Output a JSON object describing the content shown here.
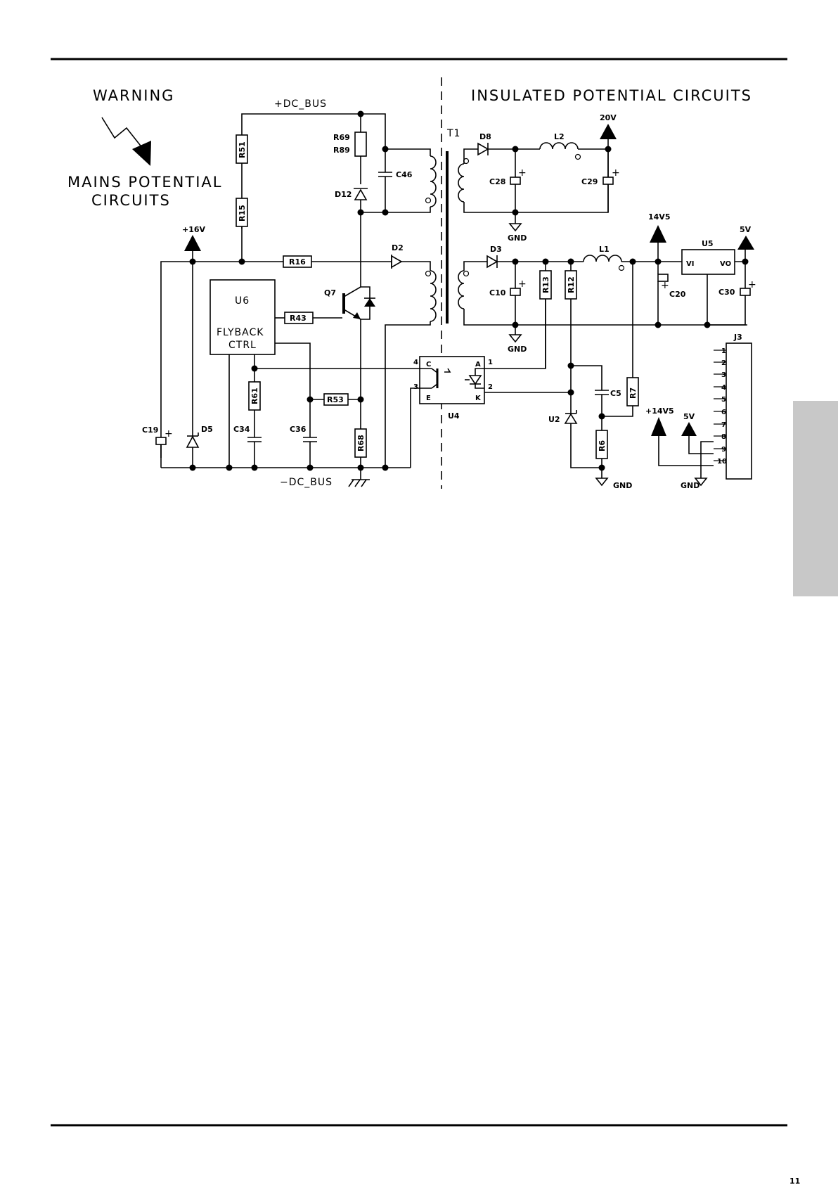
{
  "header": {
    "rule_color": "#000000"
  },
  "warning": {
    "title": "WARNING",
    "line1": "MAINS POTENTIAL",
    "line2": "CIRCUITS",
    "icon": "lightning-bolt-arrow-icon"
  },
  "insulated_title": "INSULATED POTENTIAL CIRCUITS",
  "nets": {
    "dc_bus_pos": "+DC_BUS",
    "dc_bus_neg": "−DC_BUS",
    "v16": "+16V",
    "v20": "20V",
    "v14v5": "14V5",
    "v5": "5V",
    "v14v5_conn": "+14V5",
    "v5_conn": "5V",
    "gnd": "GND"
  },
  "components": {
    "R51": "R51",
    "R15": "R15",
    "R16": "R16",
    "R43": "R43",
    "R53": "R53",
    "R61": "R61",
    "R68": "R68",
    "R69": "R69",
    "R89": "R89",
    "R13": "R13",
    "R12": "R12",
    "R6": "R6",
    "R7": "R7",
    "C19": "C19",
    "C34": "C34",
    "C36": "C36",
    "C46": "C46",
    "C28": "C28",
    "C29": "C29",
    "C10": "C10",
    "C20": "C20",
    "C30": "C30",
    "C5": "C5",
    "D5": "D5",
    "D12": "D12",
    "D2": "D2",
    "D8": "D8",
    "D3": "D3",
    "Q7": "Q7",
    "T1": "T1",
    "L1": "L1",
    "L2": "L2",
    "U2": "U2",
    "U4": "U4",
    "U5": "U5",
    "J3": "J3",
    "U6_name": "U6",
    "U6_line1": "FLYBACK",
    "U6_line2": "CTRL"
  },
  "optocoupler": {
    "pin_c": "C",
    "pin_e": "E",
    "pin_a": "A",
    "pin_k": "K",
    "num_4": "4",
    "num_3": "3",
    "num_1": "1",
    "num_2": "2"
  },
  "regulator": {
    "vi": "VI",
    "vo": "VO"
  },
  "connector_pins": [
    "1",
    "2",
    "3",
    "4",
    "5",
    "6",
    "7",
    "8",
    "9",
    "10"
  ],
  "polarity_plus": "+",
  "page_number": "11"
}
